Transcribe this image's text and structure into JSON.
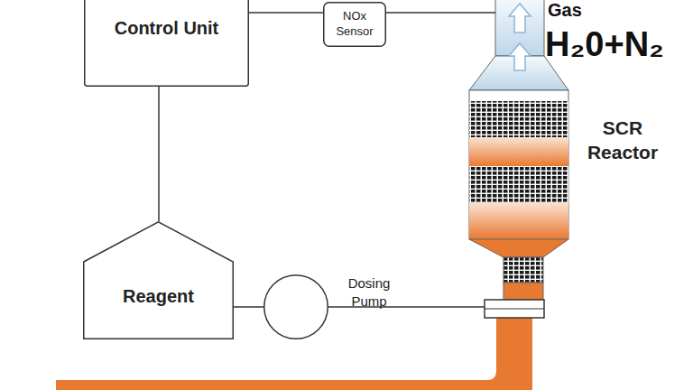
{
  "diagram": {
    "nodes": [
      {
        "text": [
          "Control Unit"
        ]
      },
      {
        "text": [
          "NOx Sensor"
        ]
      },
      {
        "text": [
          "SCR Reactor"
        ]
      },
      {
        "text": [
          "Reagent"
        ]
      },
      {
        "text": [
          "Dosing Pump"
        ]
      }
    ],
    "edges": [
      {
        "from": 0,
        "to": 1,
        "arrow": "none"
      },
      {
        "from": 1,
        "to": 2,
        "arrow": "none"
      },
      {
        "from": 0,
        "to": 3,
        "arrow": "none"
      },
      {
        "from": 3,
        "to": 4,
        "arrow": "none"
      },
      {
        "from": 4,
        "to": 2,
        "arrow": "none"
      }
    ],
    "labels": [
      "Gas",
      "H₂0+N₂"
    ]
  }
}
